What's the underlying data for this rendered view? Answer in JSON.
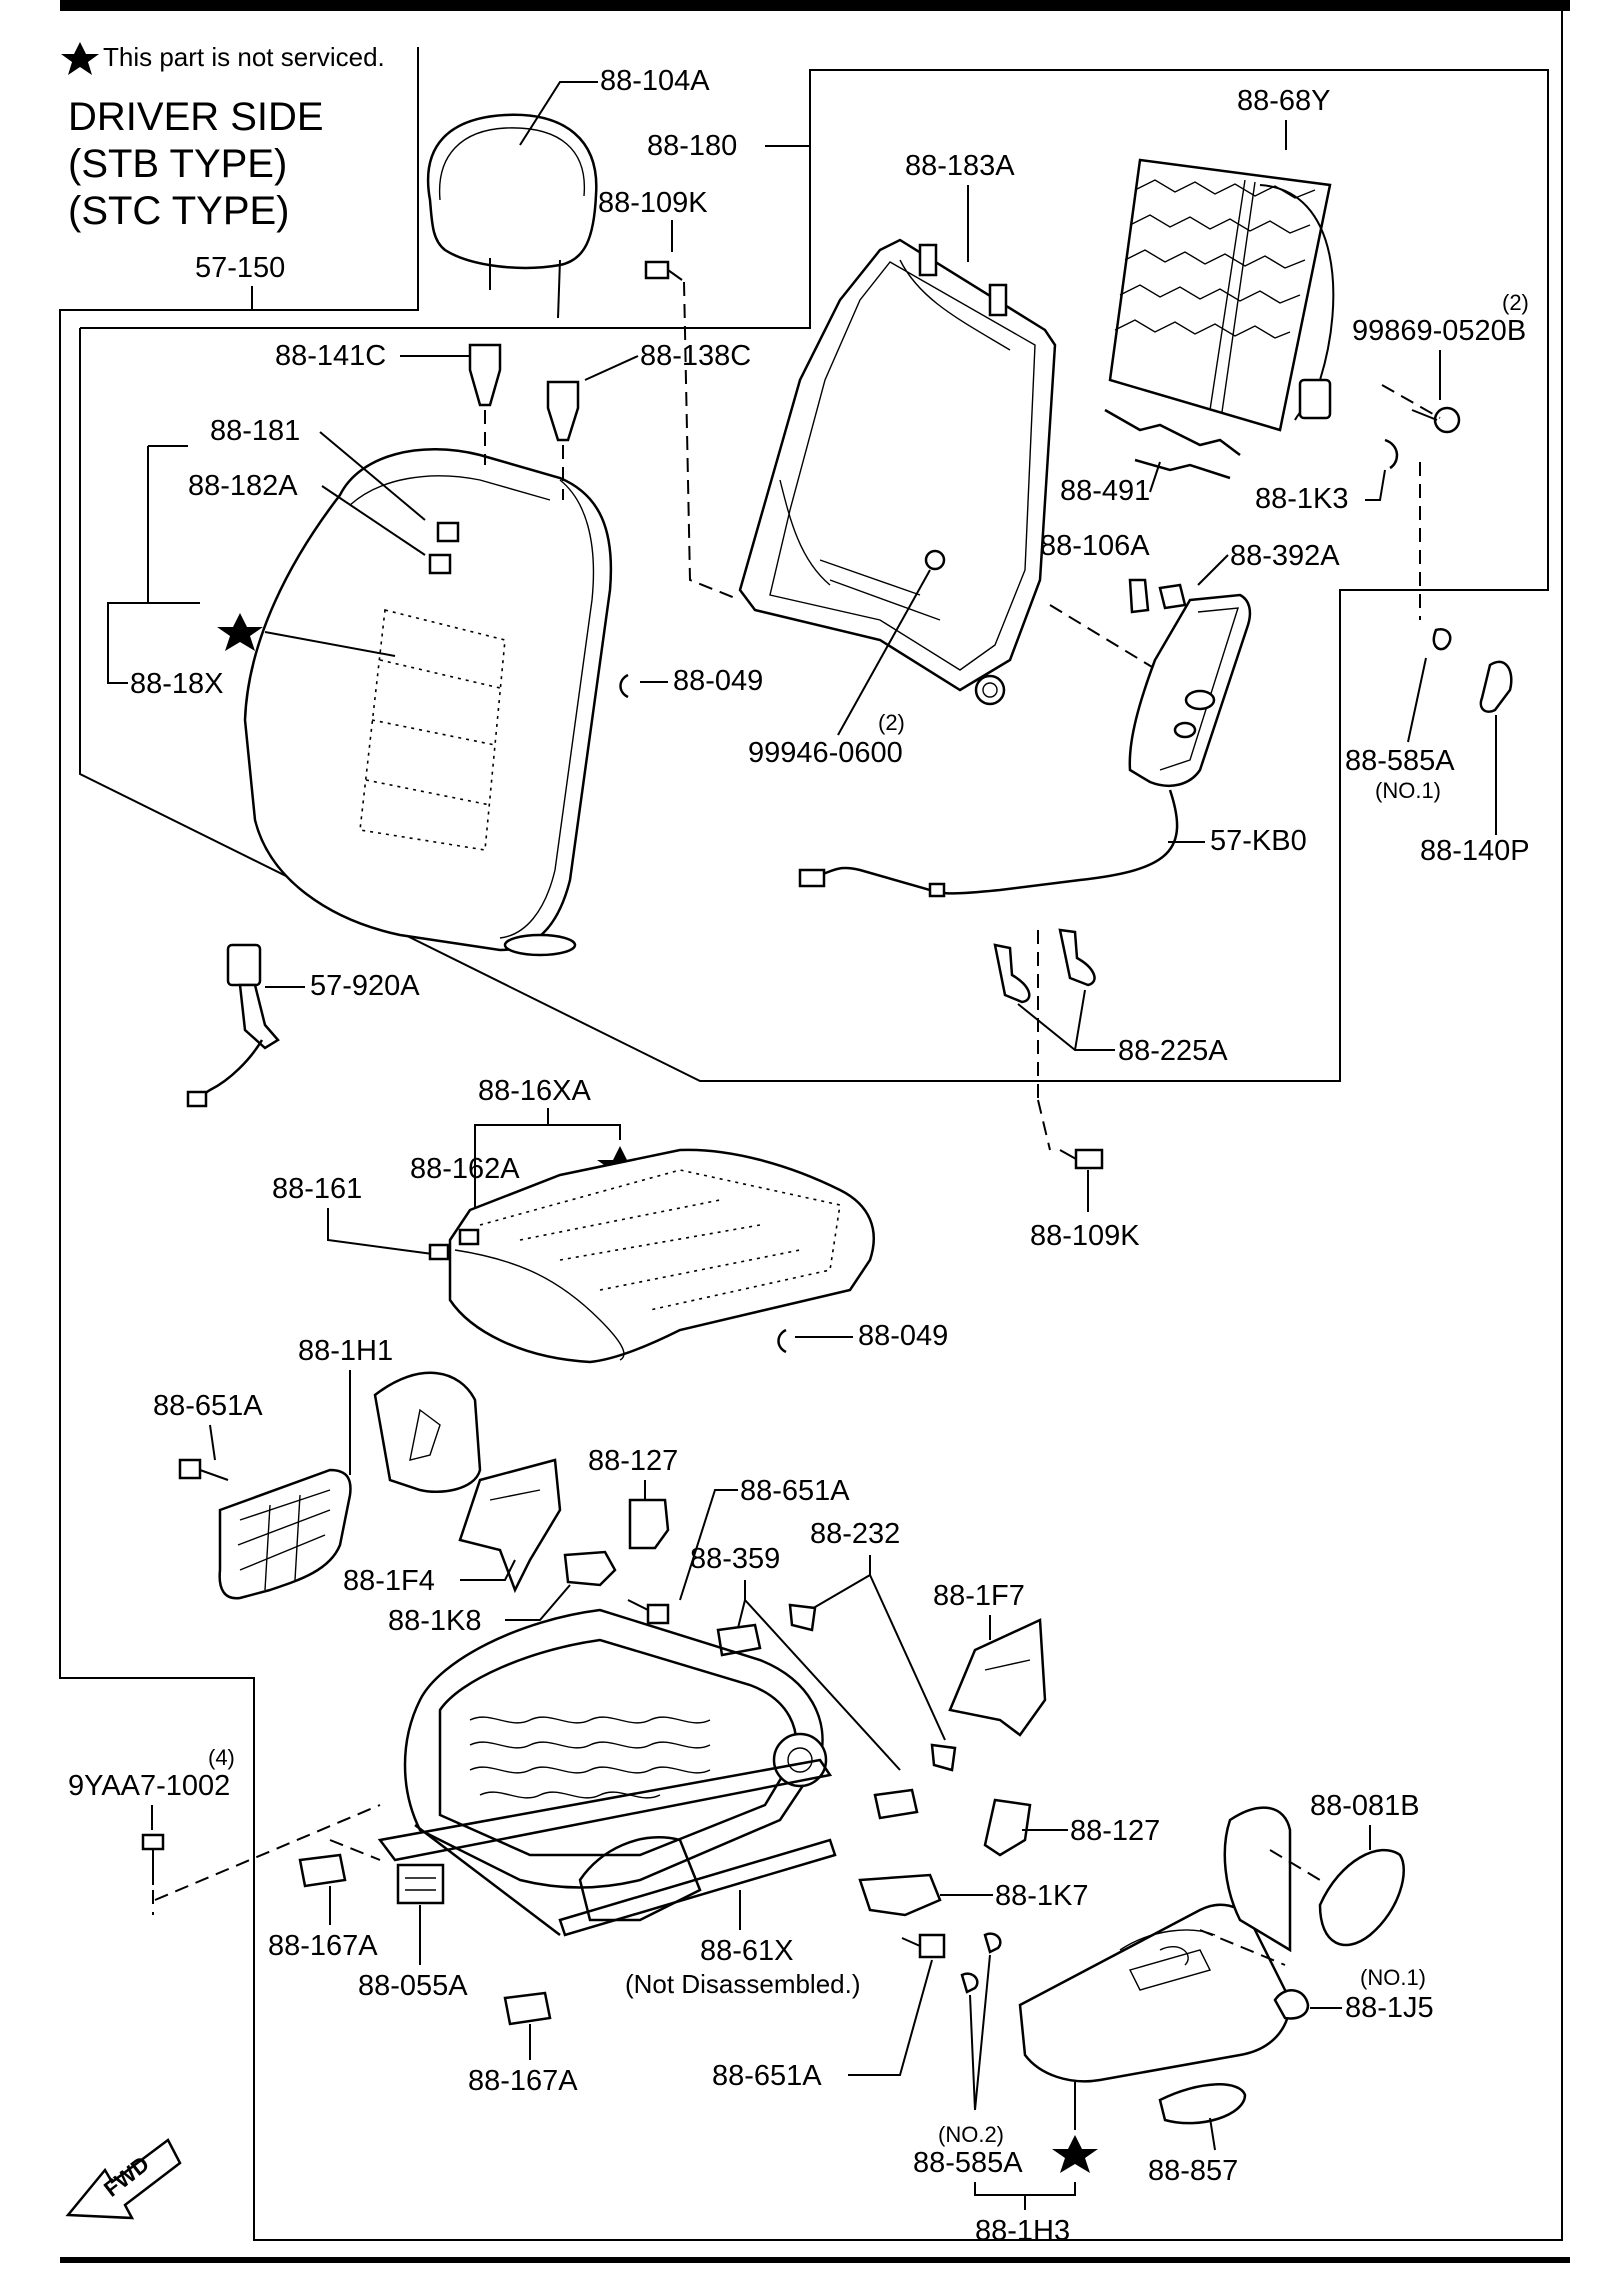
{
  "legend": {
    "star_note": "This part is not serviced."
  },
  "title": {
    "line1": "DRIVER SIDE",
    "line2": "(STB TYPE)",
    "line3": "(STC TYPE)"
  },
  "labels": {
    "p57_150": "57-150",
    "p88_104A": "88-104A",
    "p88_180": "88-180",
    "p88_109K_top": "88-109K",
    "p88_183A": "88-183A",
    "p88_68Y": "88-68Y",
    "qty_2a": "(2)",
    "p99869": "99869-0520B",
    "p88_141C": "88-141C",
    "p88_138C": "88-138C",
    "p88_491": "88-491",
    "p88_1K3": "88-1K3",
    "p88_181": "88-181",
    "p88_182A": "88-182A",
    "p88_106A": "88-106A",
    "p88_392A": "88-392A",
    "p88_18X": "88-18X",
    "p88_049_top": "88-049",
    "qty_2b": "(2)",
    "p99946": "99946-0600",
    "p88_585A_top": "88-585A",
    "no1_top": "(NO.1)",
    "p57_KB0": "57-KB0",
    "p88_140P": "88-140P",
    "p57_920A": "57-920A",
    "p88_225A": "88-225A",
    "p88_16XA": "88-16XA",
    "p88_162A": "88-162A",
    "p88_161": "88-161",
    "p88_109K_mid": "88-109K",
    "p88_049_mid": "88-049",
    "p88_1H1": "88-1H1",
    "p88_651A_a": "88-651A",
    "p88_127_a": "88-127",
    "p88_651A_b": "88-651A",
    "p88_232": "88-232",
    "p88_359": "88-359",
    "p88_1F4": "88-1F4",
    "p88_1K8": "88-1K8",
    "p88_1F7": "88-1F7",
    "qty_4": "(4)",
    "p9YAA7": "9YAA7-1002",
    "p88_127_b": "88-127",
    "p88_081B": "88-081B",
    "p88_1K7": "88-1K7",
    "p88_167A_a": "88-167A",
    "p88_61X": "88-61X",
    "not_disassembled": "(Not Disassembled.)",
    "no1_bottom": "(NO.1)",
    "p88_1J5": "88-1J5",
    "p88_055A": "88-055A",
    "p88_651A_c": "88-651A",
    "p88_167A_b": "88-167A",
    "no2": "(NO.2)",
    "p88_585A_bottom": "88-585A",
    "p88_857": "88-857",
    "p88_1H3": "88-1H3",
    "fwd": "FWD"
  }
}
